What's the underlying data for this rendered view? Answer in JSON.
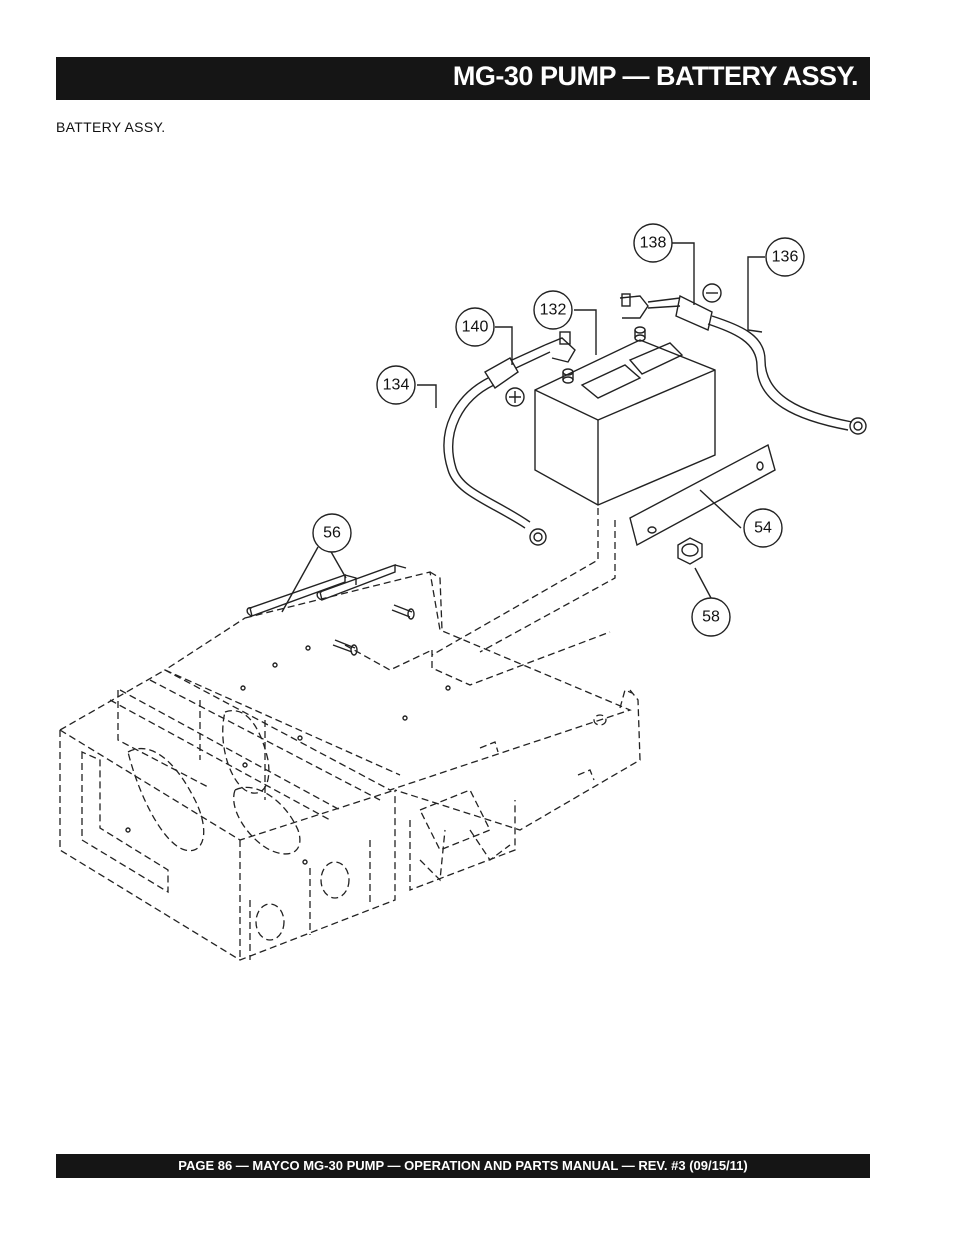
{
  "header": {
    "title": "MG-30 PUMP — BATTERY ASSY."
  },
  "section_label": "BATTERY ASSY.",
  "diagram": {
    "callouts": {
      "c138": "138",
      "c136": "136",
      "c132": "132",
      "c140": "140",
      "c134": "134",
      "c56": "56",
      "c54": "54",
      "c58": "58"
    },
    "polarity": {
      "negative": "−",
      "positive": "+"
    }
  },
  "footer": {
    "text": "PAGE 86 — MAYCO  MG-30 PUMP — OPERATION AND PARTS MANUAL — REV. #3 (09/15/11)"
  }
}
